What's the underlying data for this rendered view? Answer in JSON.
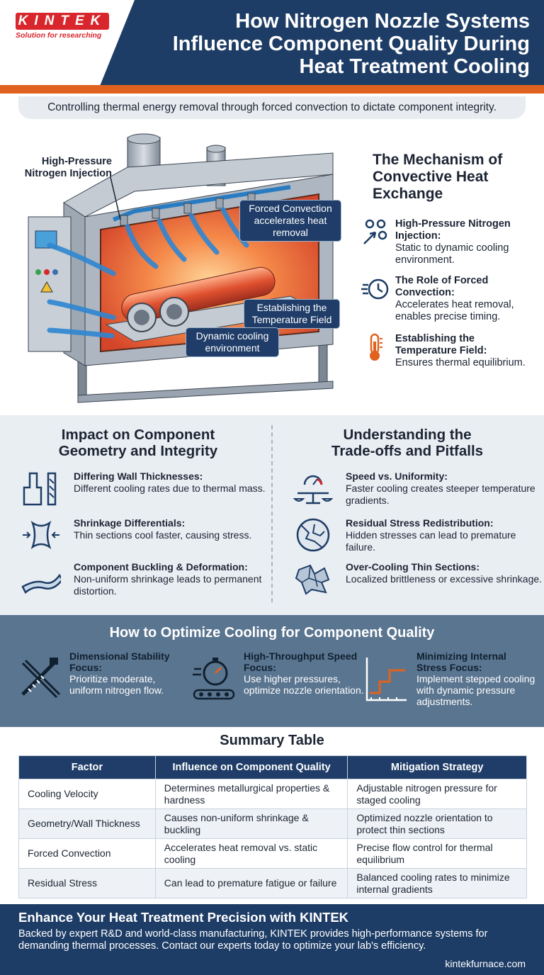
{
  "brand": {
    "logo": "KINTEK",
    "tagline": "Solution for researching",
    "accent": "#e0621e",
    "navy": "#1e3d66",
    "red": "#d8262c"
  },
  "header": {
    "title_line1": "How Nitrogen Nozzle Systems",
    "title_line2": "Influence Component Quality During",
    "title_line3": "Heat Treatment Cooling",
    "subtitle": "Controlling thermal energy removal through forced convection to dictate component integrity."
  },
  "illustration": {
    "label_injection_1": "High-Pressure",
    "label_injection_2": "Nitrogen Injection",
    "callout_convection": "Forced Convection accelerates heat removal",
    "callout_field": "Establishing the Temperature Field",
    "callout_dynamic": "Dynamic cooling environment"
  },
  "mechanism": {
    "title": "The Mechanism of Convective Heat Exchange",
    "items": [
      {
        "icon": "nozzle-dots-icon",
        "title": "High-Pressure Nitrogen Injection:",
        "desc": "Static to dynamic cooling environment."
      },
      {
        "icon": "clock-speed-icon",
        "title": "The Role of Forced Convection:",
        "desc": "Accelerates heat removal, enables precise timing."
      },
      {
        "icon": "thermometer-icon",
        "title": "Establishing the Temperature Field:",
        "desc": "Ensures thermal equilibrium."
      }
    ]
  },
  "impact": {
    "title_line1": "Impact on Component",
    "title_line2": "Geometry and Integrity",
    "items": [
      {
        "icon": "wall-thickness-icon",
        "title": "Differing Wall Thicknesses:",
        "desc": "Different cooling rates due to thermal mass."
      },
      {
        "icon": "shrinkage-icon",
        "title": "Shrinkage Differentials:",
        "desc": "Thin sections cool faster, causing stress."
      },
      {
        "icon": "buckled-plate-icon",
        "title": "Component Buckling & Deformation:",
        "desc": "Non-uniform shrinkage leads to permanent distortion."
      }
    ]
  },
  "tradeoffs": {
    "title_line1": "Understanding the",
    "title_line2": "Trade-offs and Pitfalls",
    "items": [
      {
        "icon": "gauge-scale-icon",
        "title": "Speed vs. Uniformity:",
        "desc": "Faster cooling creates steeper temperature gradients."
      },
      {
        "icon": "cracked-disc-icon",
        "title": "Residual Stress Redistribution:",
        "desc": "Hidden stresses can lead to premature failure."
      },
      {
        "icon": "shattered-part-icon",
        "title": "Over-Cooling Thin Sections:",
        "desc": "Localized brittleness or excessive shrinkage."
      }
    ]
  },
  "optimize": {
    "title": "How to Optimize Cooling for Component Quality",
    "items": [
      {
        "icon": "caliper-ruler-icon",
        "title": "Dimensional Stability Focus:",
        "desc": "Prioritize moderate, uniform nitrogen flow."
      },
      {
        "icon": "stopwatch-conveyor-icon",
        "title": "High-Throughput Speed Focus:",
        "desc": "Use higher pressures, optimize nozzle orientation."
      },
      {
        "icon": "step-graph-icon",
        "title": "Minimizing Internal Stress Focus:",
        "desc": "Implement stepped cooling with dynamic pressure adjustments."
      }
    ]
  },
  "table": {
    "title": "Summary Table",
    "headers": [
      "Factor",
      "Influence on Component Quality",
      "Mitigation Strategy"
    ],
    "rows": [
      [
        "Cooling Velocity",
        "Determines metallurgical properties & hardness",
        "Adjustable nitrogen pressure for staged cooling"
      ],
      [
        "Geometry/Wall Thickness",
        "Causes non-uniform shrinkage & buckling",
        "Optimized nozzle orientation to protect thin sections"
      ],
      [
        "Forced Convection",
        "Accelerates heat removal vs. static cooling",
        "Precise flow control for thermal equilibrium"
      ],
      [
        "Residual Stress",
        "Can lead to premature fatigue or failure",
        "Balanced cooling rates to minimize internal gradients"
      ]
    ]
  },
  "footer": {
    "heading": "Enhance Your Heat Treatment Precision with KINTEK",
    "body": "Backed by expert R&D and world-class manufacturing, KINTEK provides high-performance systems for demanding thermal processes. Contact our experts today to optimize your lab's efficiency.",
    "url": "kintekfurnace.com"
  }
}
